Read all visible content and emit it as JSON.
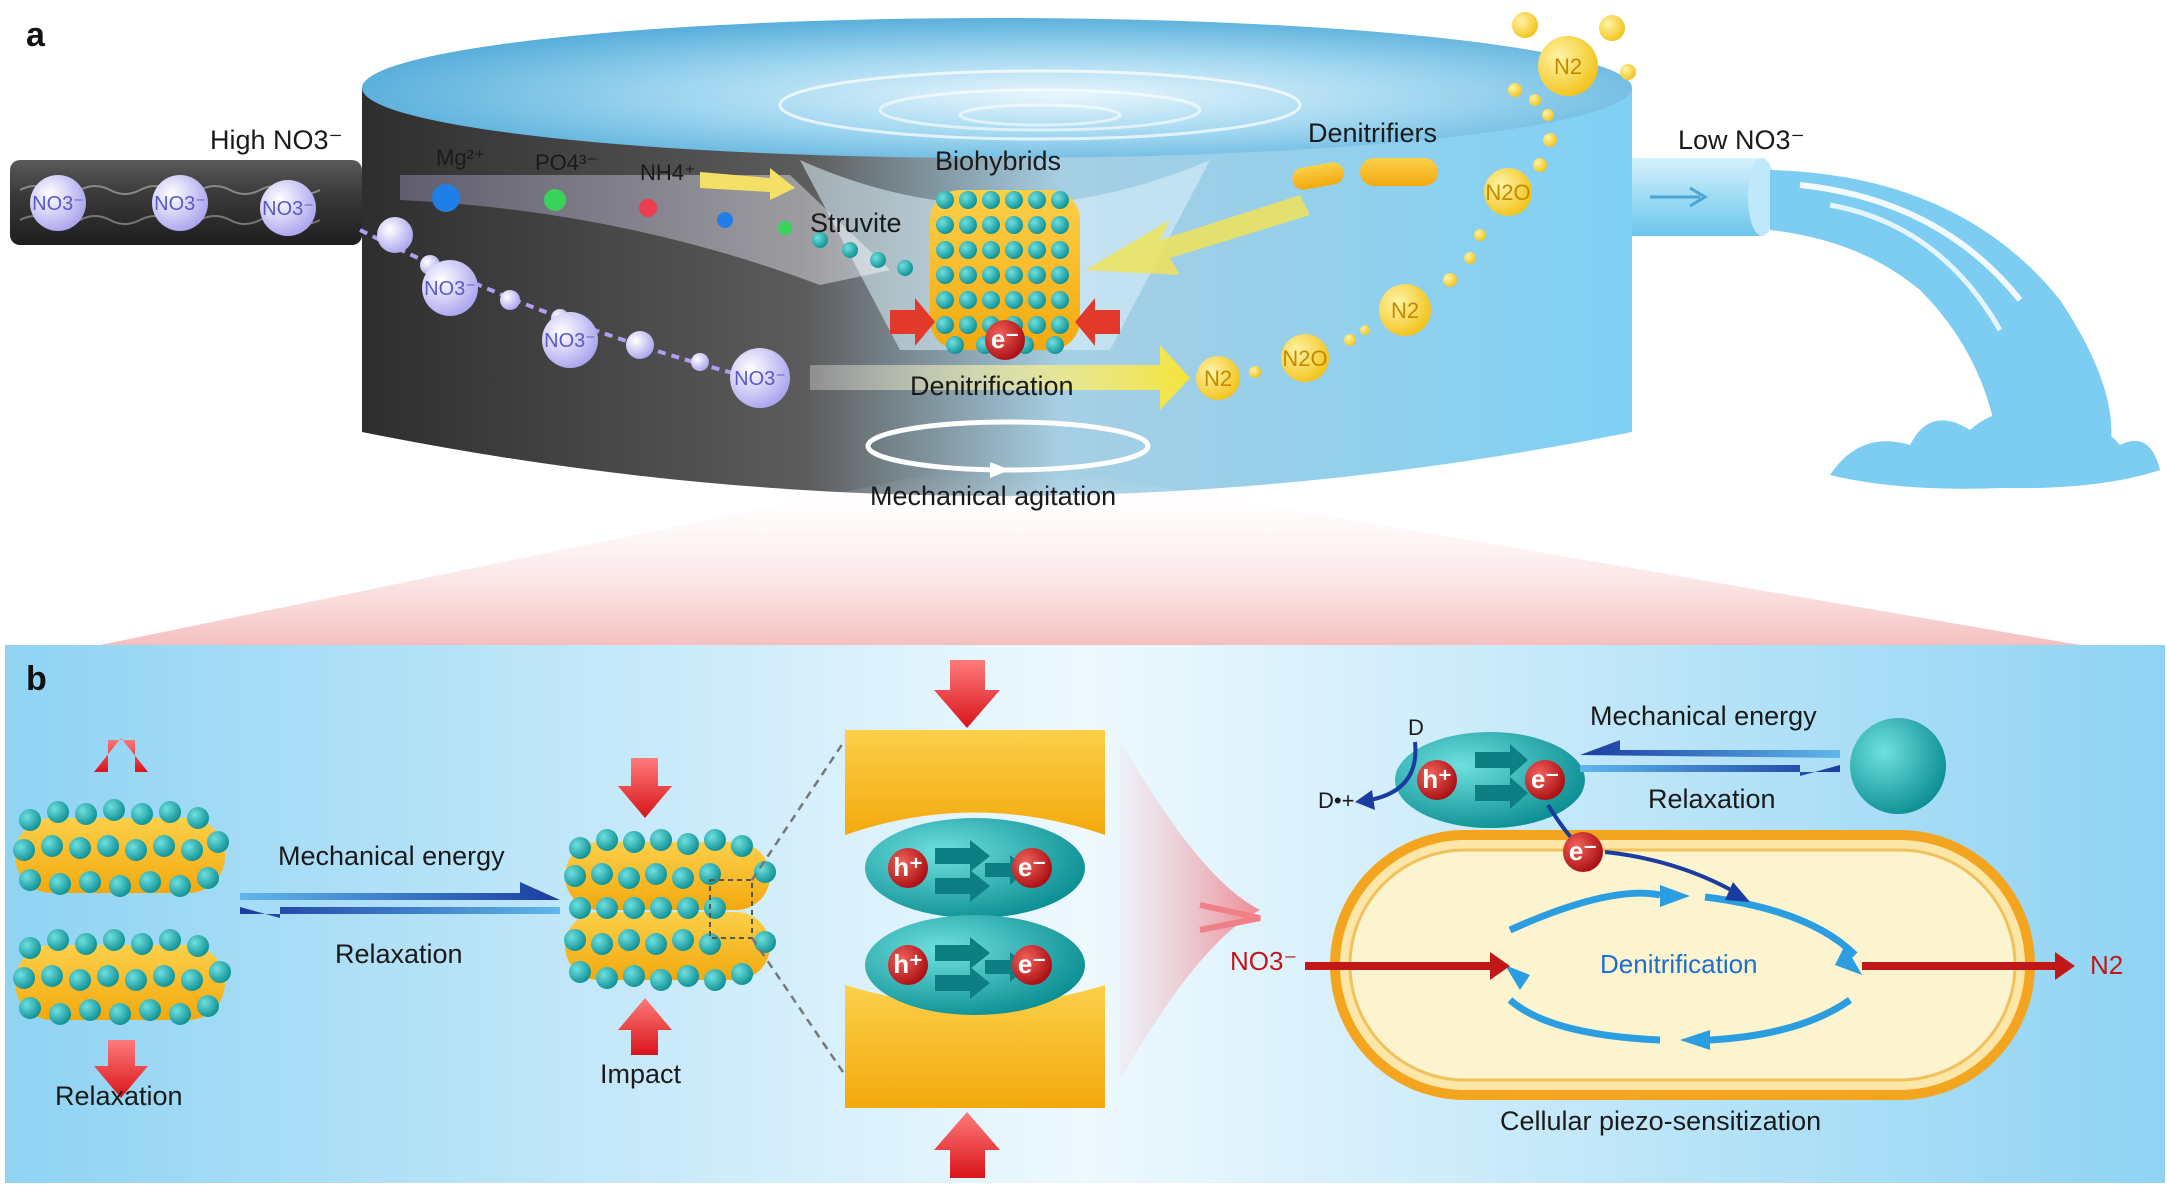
{
  "panel_a": {
    "label": "a",
    "inlet_label": "High NO3⁻",
    "outlet_label": "Low NO3⁻",
    "ion_labels": {
      "mg": "Mg²⁺",
      "po4": "PO4³⁻",
      "nh4": "NH4⁺"
    },
    "struvite": "Struvite",
    "biohybrids": "Biohybrids",
    "denitrifiers": "Denitrifiers",
    "denitrification": "Denitrification",
    "agitation": "Mechanical agitation",
    "nitrate_token": "NO3⁻",
    "n2_token": "N2",
    "n2o_token": "N2O",
    "electron": "e⁻"
  },
  "panel_b": {
    "label": "b",
    "mechanical_energy": "Mechanical energy",
    "relaxation": "Relaxation",
    "left_relaxation": "Relaxation",
    "impact": "Impact",
    "hole": "h⁺",
    "electron": "e⁻",
    "donor": "D",
    "donor_oxidized": "D•+",
    "cell_mechanical_energy": "Mechanical energy",
    "cell_relaxation": "Relaxation",
    "denitrification": "Denitrification",
    "nitrate_in": "NO3⁻",
    "n2_out": "N2",
    "caption": "Cellular piezo-sensitization"
  },
  "colors": {
    "teal": "#17aeb0",
    "gold": "#f7b821",
    "water_blue": "#6cc4ee",
    "tank_dark": "#3d3d3d",
    "red_arrow": "#e52424",
    "navy_arrow": "#1a3ca0",
    "cycle_blue": "#2a9ee0",
    "panel_b_bg": "#bde6f8"
  }
}
